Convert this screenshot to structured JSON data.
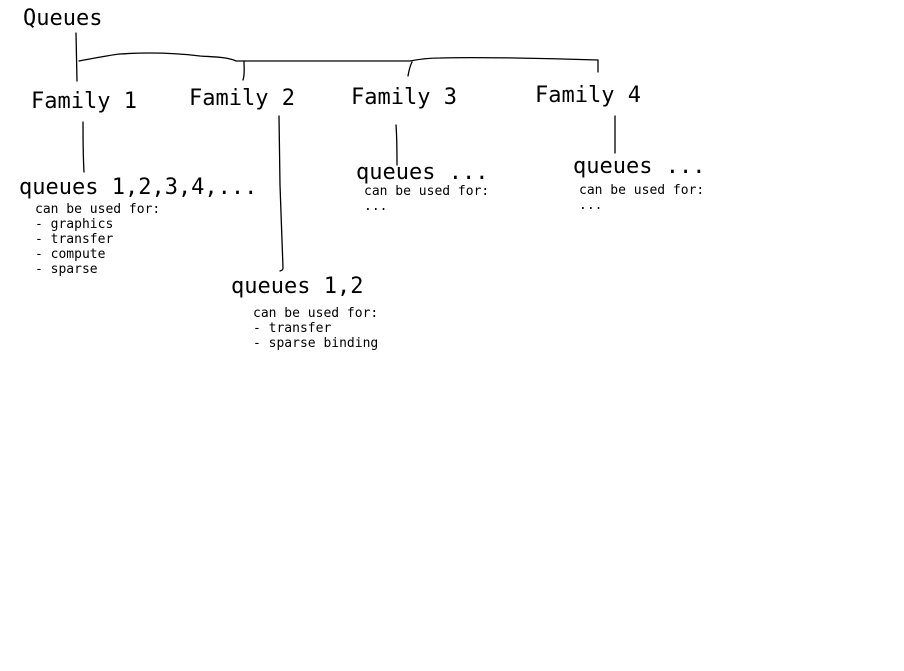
{
  "root": {
    "title": "Queues"
  },
  "families": [
    {
      "title": "Family 1",
      "queues_label": "queues 1,2,3,4,...",
      "capabilities": [
        "can be used for:",
        "- graphics",
        "- transfer",
        "- compute",
        "- sparse"
      ]
    },
    {
      "title": "Family 2",
      "queues_label": "queues 1,2",
      "capabilities": [
        "can be used for:",
        "- transfer",
        "- sparse binding"
      ]
    },
    {
      "title": "Family 3",
      "queues_label": "queues ...",
      "capabilities": [
        "can be used for:",
        "..."
      ]
    },
    {
      "title": "Family 4",
      "queues_label": "queues ...",
      "capabilities": [
        "can be used for:",
        "..."
      ]
    }
  ]
}
